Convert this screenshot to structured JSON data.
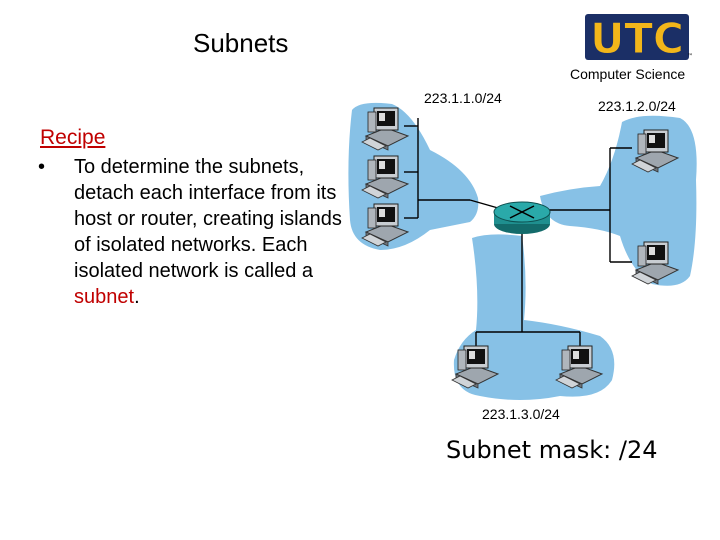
{
  "slide": {
    "title": "Subnets",
    "logo_text": "UTC",
    "department": "Computer Science"
  },
  "content": {
    "heading": "Recipe",
    "bullet_marker": "•",
    "bullet_text_1": "To determine the subnets, detach each interface from its host or router, creating islands of isolated networks. Each isolated network is called a ",
    "bullet_highlight": "subnet",
    "bullet_text_2": "."
  },
  "diagram": {
    "subnet_labels": [
      "223.1.1.0/24",
      "223.1.2.0/24",
      "223.1.3.0/24"
    ],
    "mask_label": "Subnet mask: /24",
    "colors": {
      "island": "#87c1e6",
      "router": "#1f8f8f",
      "link": "#000000",
      "accent": "#c00000"
    },
    "icons": [
      "host-computer-icon",
      "router-icon"
    ]
  }
}
